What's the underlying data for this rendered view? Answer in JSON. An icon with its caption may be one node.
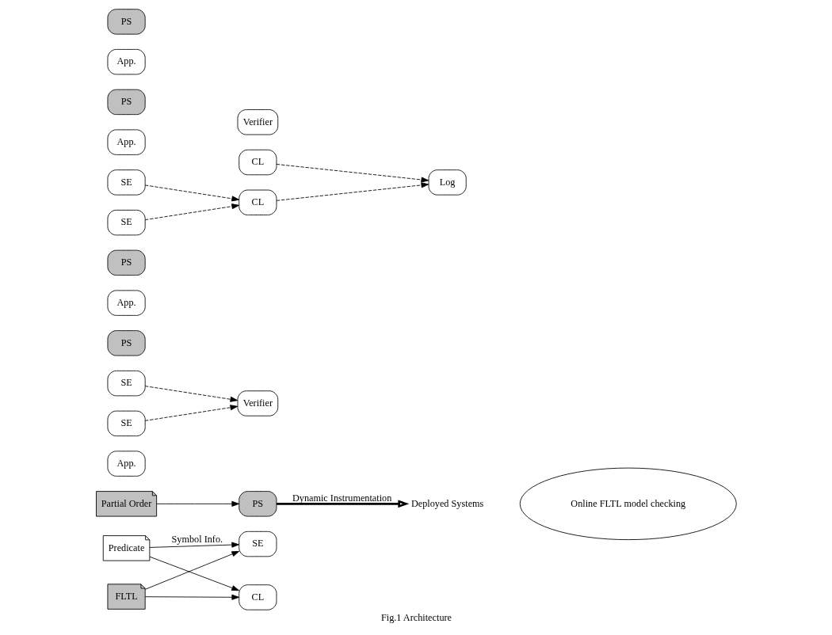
{
  "diagram": {
    "caption": "Fig.1 Architecture",
    "nodes": [
      {
        "text": [
          "Predicate"
        ]
      },
      {
        "text": [
          "SE"
        ]
      },
      {
        "text": [
          "CL"
        ]
      },
      {
        "text": [
          "PS"
        ]
      },
      {
        "text": [
          "FLTL"
        ]
      },
      {
        "text": [
          "Partial Order"
        ]
      },
      {
        "text": [
          "Deployed Systems"
        ]
      },
      {
        "text": [
          "Online FLTL model checking"
        ]
      },
      {
        "text": [
          "App."
        ]
      },
      {
        "text": [
          "SE"
        ]
      },
      {
        "text": [
          "PS"
        ]
      },
      {
        "text": [
          "App."
        ]
      },
      {
        "text": [
          "SE"
        ]
      },
      {
        "text": [
          "PS"
        ]
      },
      {
        "text": [
          "Verifier"
        ]
      },
      {
        "text": [
          "CL"
        ]
      },
      {
        "text": [
          "App."
        ]
      },
      {
        "text": [
          "SE"
        ]
      },
      {
        "text": [
          "PS"
        ]
      },
      {
        "text": [
          "App."
        ]
      },
      {
        "text": [
          "SE"
        ]
      },
      {
        "text": [
          "PS"
        ]
      },
      {
        "text": [
          "Verifier"
        ]
      },
      {
        "text": [
          "CL"
        ]
      },
      {
        "text": [
          "Log"
        ]
      }
    ],
    "edges": [
      {
        "from": 0,
        "to": 1,
        "arrow": "to",
        "label": "Symbol Info."
      },
      {
        "from": 0,
        "to": 2,
        "arrow": "to"
      },
      {
        "from": 4,
        "to": 1,
        "arrow": "to"
      },
      {
        "from": 4,
        "to": 2,
        "arrow": "to"
      },
      {
        "from": 5,
        "to": 3,
        "arrow": "to"
      },
      {
        "from": 3,
        "to": 6,
        "arrow": "to",
        "label": "Dynamic Instrumentation",
        "style": "thick"
      },
      {
        "from": 12,
        "to": 14,
        "arrow": "to",
        "style": "dashed"
      },
      {
        "from": 9,
        "to": 14,
        "arrow": "to",
        "style": "dashed"
      },
      {
        "from": 15,
        "to": 24,
        "arrow": "to",
        "style": "dashed"
      },
      {
        "from": 20,
        "to": 23,
        "arrow": "to",
        "style": "dashed"
      },
      {
        "from": 17,
        "to": 23,
        "arrow": "to",
        "style": "dashed"
      },
      {
        "from": 23,
        "to": 24,
        "arrow": "to",
        "style": "dashed"
      }
    ]
  }
}
